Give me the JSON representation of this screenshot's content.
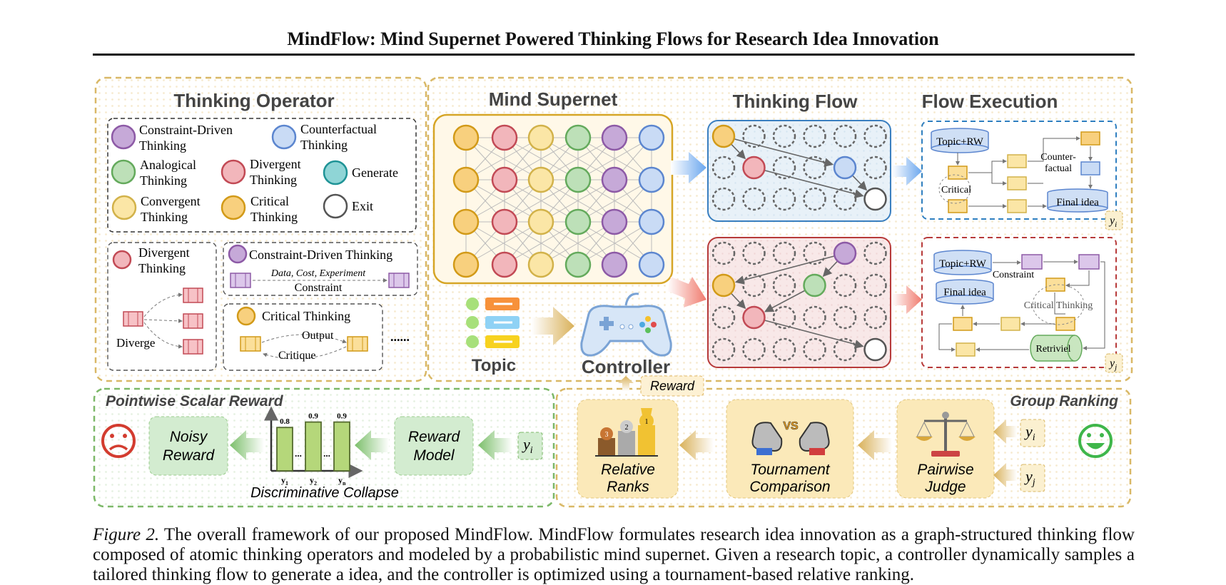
{
  "paper": {
    "title": "MindFlow: Mind Supernet Powered Thinking Flows for Research Idea Innovation"
  },
  "caption": {
    "label": "Figure 2.",
    "text": " The overall framework of our proposed MindFlow. MindFlow formulates research idea innovation as a graph-structured thinking flow composed of atomic thinking operators and modeled by a probabilistic mind supernet. Given a research topic, a controller dynamically samples a tailored thinking flow to generate a idea, and the controller is optimized using a tournament-based relative ranking."
  },
  "figure": {
    "sections": {
      "thinking_operator": "Thinking Operator",
      "mind_supernet": "Mind Supernet",
      "thinking_flow": "Thinking Flow",
      "flow_execution": "Flow Execution"
    },
    "legend": {
      "constraint1": "Constraint-Driven",
      "constraint2": "Thinking",
      "counterfactual1": "Counterfactual",
      "counterfactual2": "Thinking",
      "analogical1": "Analogical",
      "analogical2": "Thinking",
      "divergent1": "Divergent",
      "divergent2": "Thinking",
      "generate": "Generate",
      "convergent1": "Convergent",
      "convergent2": "Thinking",
      "critical1": "Critical",
      "critical2": "Thinking",
      "exit": "Exit"
    },
    "examples": {
      "divergent1": "Divergent",
      "divergent2": "Thinking",
      "diverge": "Diverge",
      "constraint_title": "Constraint-Driven Thinking",
      "constraint_sub": "Data, Cost, Experiment",
      "constraint_label": "Constraint",
      "critical_title": "Critical Thinking",
      "output": "Output",
      "critique": "Critique",
      "ellipsis": "......"
    },
    "topic": "Topic",
    "controller": "Controller",
    "reward": "Reward",
    "exec_top": {
      "topic_rw": "Topic+RW",
      "critical": "Critical",
      "counter1": "Counter-",
      "counter2": "factual",
      "final_idea": "Final idea",
      "y": "y",
      "y_sub": "i"
    },
    "exec_bottom": {
      "topic_rw": "Topic+RW",
      "constraint": "Constraint",
      "final_idea": "Final idea",
      "critical_thinking": "Critical Thinking",
      "retriviel": "Retriviel",
      "y": "y",
      "y_sub": "j"
    },
    "pointwise": {
      "title": "Pointwise Scalar Reward",
      "noisy1": "Noisy",
      "noisy2": "Reward",
      "reward_model1": "Reward",
      "reward_model2": "Model",
      "y": "y",
      "y_sub": "i",
      "collapse": "Discriminative Collapse",
      "bar_labels": [
        "0.8",
        "0.9",
        "0.9"
      ],
      "x_labels": [
        "y",
        "y",
        "y"
      ],
      "x_subs": [
        "1",
        "2",
        "n"
      ],
      "dots": "..."
    },
    "group": {
      "title": "Group Ranking",
      "relative1": "Relative",
      "relative2": "Ranks",
      "tournament1": "Tournament",
      "tournament2": "Comparison",
      "pairwise1": "Pairwise",
      "pairwise2": "Judge",
      "yi": "y",
      "yi_sub": "i",
      "yj": "y",
      "yj_sub": "j",
      "vs": "VS"
    }
  },
  "chart_data": {
    "type": "bar",
    "categories": [
      "y1",
      "y2",
      "yn"
    ],
    "values": [
      0.8,
      0.9,
      0.9
    ],
    "title": "",
    "xlabel": "Discriminative Collapse",
    "ylabel": ""
  },
  "colors": {
    "constraint": "#c6a9d8",
    "counterfactual": "#c9dbf5",
    "analogical": "#bde0b8",
    "divergent": "#f2b6bb",
    "generate": "#8fd5d6",
    "convergent": "#fbe6a6",
    "critical": "#f8d07e",
    "exit": "#ffffff",
    "panel_border": "#d9b866",
    "green_border": "#78b060"
  }
}
